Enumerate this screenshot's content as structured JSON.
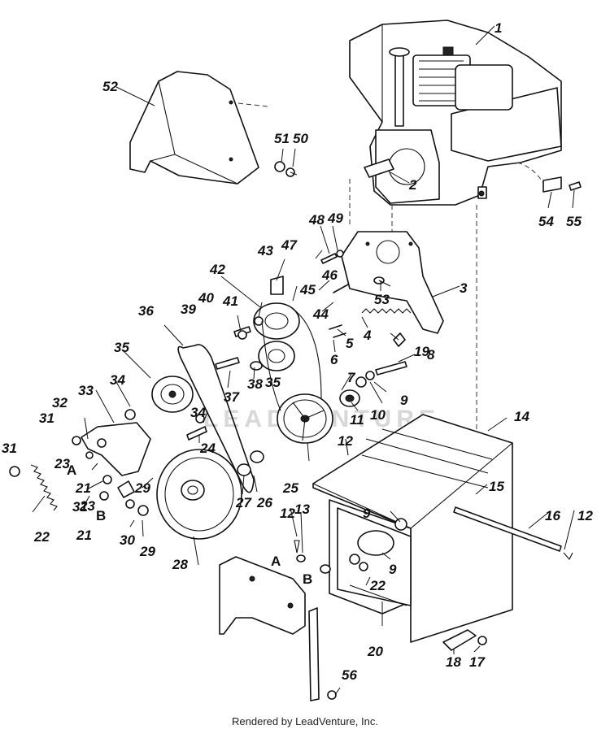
{
  "diagram": {
    "callouts": [
      {
        "id": "c1",
        "text": "1"
      },
      {
        "id": "c2",
        "text": "2"
      },
      {
        "id": "c3",
        "text": "3"
      },
      {
        "id": "c4",
        "text": "4"
      },
      {
        "id": "c5",
        "text": "5"
      },
      {
        "id": "c6",
        "text": "6"
      },
      {
        "id": "c7",
        "text": "7"
      },
      {
        "id": "c8",
        "text": "8"
      },
      {
        "id": "c9a",
        "text": "9"
      },
      {
        "id": "c9b",
        "text": "9"
      },
      {
        "id": "c9c",
        "text": "9"
      },
      {
        "id": "c10",
        "text": "10"
      },
      {
        "id": "c11",
        "text": "11"
      },
      {
        "id": "c12a",
        "text": "12"
      },
      {
        "id": "c12b",
        "text": "12"
      },
      {
        "id": "c12c",
        "text": "12"
      },
      {
        "id": "c13",
        "text": "13"
      },
      {
        "id": "c14",
        "text": "14"
      },
      {
        "id": "c15",
        "text": "15"
      },
      {
        "id": "c16",
        "text": "16"
      },
      {
        "id": "c17",
        "text": "17"
      },
      {
        "id": "c18",
        "text": "18"
      },
      {
        "id": "c19",
        "text": "19"
      },
      {
        "id": "c20",
        "text": "20"
      },
      {
        "id": "c21a",
        "text": "21"
      },
      {
        "id": "c21b",
        "text": "21"
      },
      {
        "id": "c22a",
        "text": "22"
      },
      {
        "id": "c22b",
        "text": "22"
      },
      {
        "id": "c23a",
        "text": "23"
      },
      {
        "id": "c23b",
        "text": "23"
      },
      {
        "id": "c24",
        "text": "24"
      },
      {
        "id": "c25",
        "text": "25"
      },
      {
        "id": "c26",
        "text": "26"
      },
      {
        "id": "c27",
        "text": "27"
      },
      {
        "id": "c28",
        "text": "28"
      },
      {
        "id": "c29a",
        "text": "29"
      },
      {
        "id": "c29b",
        "text": "29"
      },
      {
        "id": "c30",
        "text": "30"
      },
      {
        "id": "c31a",
        "text": "31"
      },
      {
        "id": "c31b",
        "text": "31"
      },
      {
        "id": "c31c",
        "text": "31"
      },
      {
        "id": "c32",
        "text": "32"
      },
      {
        "id": "c33",
        "text": "33"
      },
      {
        "id": "c34a",
        "text": "34"
      },
      {
        "id": "c34b",
        "text": "34"
      },
      {
        "id": "c35a",
        "text": "35"
      },
      {
        "id": "c35b",
        "text": "35"
      },
      {
        "id": "c36",
        "text": "36"
      },
      {
        "id": "c37",
        "text": "37"
      },
      {
        "id": "c38",
        "text": "38"
      },
      {
        "id": "c39",
        "text": "39"
      },
      {
        "id": "c40",
        "text": "40"
      },
      {
        "id": "c41",
        "text": "41"
      },
      {
        "id": "c42",
        "text": "42"
      },
      {
        "id": "c43",
        "text": "43"
      },
      {
        "id": "c44",
        "text": "44"
      },
      {
        "id": "c45",
        "text": "45"
      },
      {
        "id": "c46",
        "text": "46"
      },
      {
        "id": "c47",
        "text": "47"
      },
      {
        "id": "c48",
        "text": "48"
      },
      {
        "id": "c49",
        "text": "49"
      },
      {
        "id": "c50",
        "text": "50"
      },
      {
        "id": "c51",
        "text": "51"
      },
      {
        "id": "c52",
        "text": "52"
      },
      {
        "id": "c53",
        "text": "53"
      },
      {
        "id": "c54",
        "text": "54"
      },
      {
        "id": "c55",
        "text": "55"
      },
      {
        "id": "c56",
        "text": "56"
      }
    ],
    "letters": [
      {
        "id": "A1",
        "text": "A"
      },
      {
        "id": "B1",
        "text": "B"
      },
      {
        "id": "A2",
        "text": "A"
      },
      {
        "id": "B2",
        "text": "B"
      }
    ],
    "watermark": "LEADVENTURE",
    "footer": "Rendered by LeadVenture, Inc."
  }
}
